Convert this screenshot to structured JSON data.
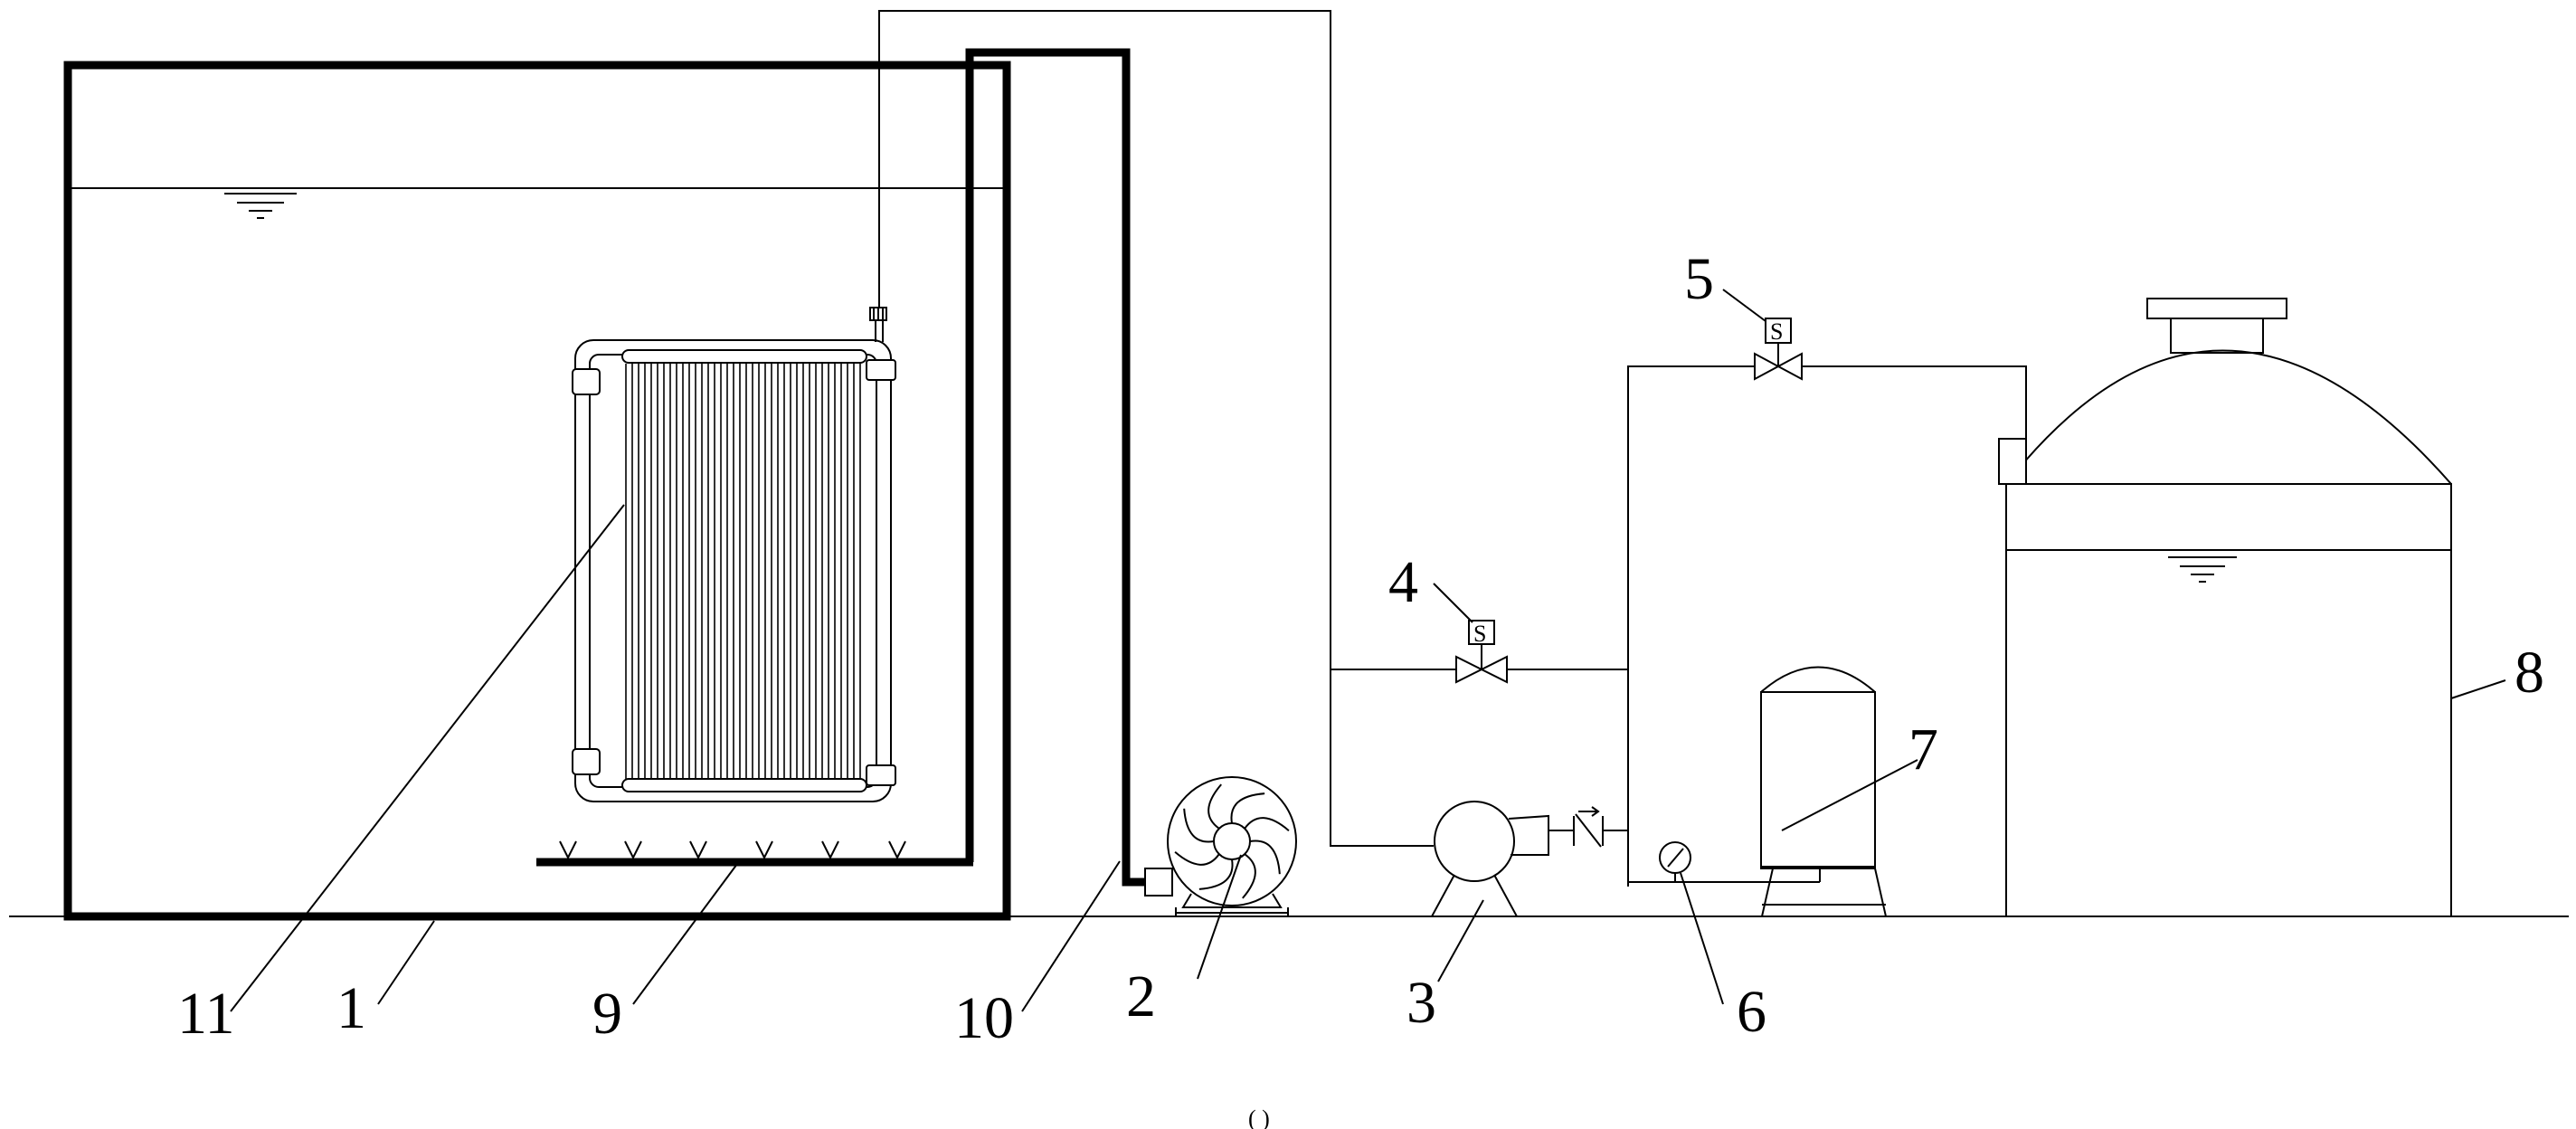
{
  "labels": {
    "tank": "1",
    "blower": "2",
    "pump": "3",
    "valve_4": "4",
    "valve_5": "5",
    "gauge": "6",
    "pressure_tank": "7",
    "storage_tank": "8",
    "aerator": "9",
    "air_pipe": "10",
    "membrane": "11"
  },
  "valve_symbol": "S",
  "footer_mark": "( )"
}
